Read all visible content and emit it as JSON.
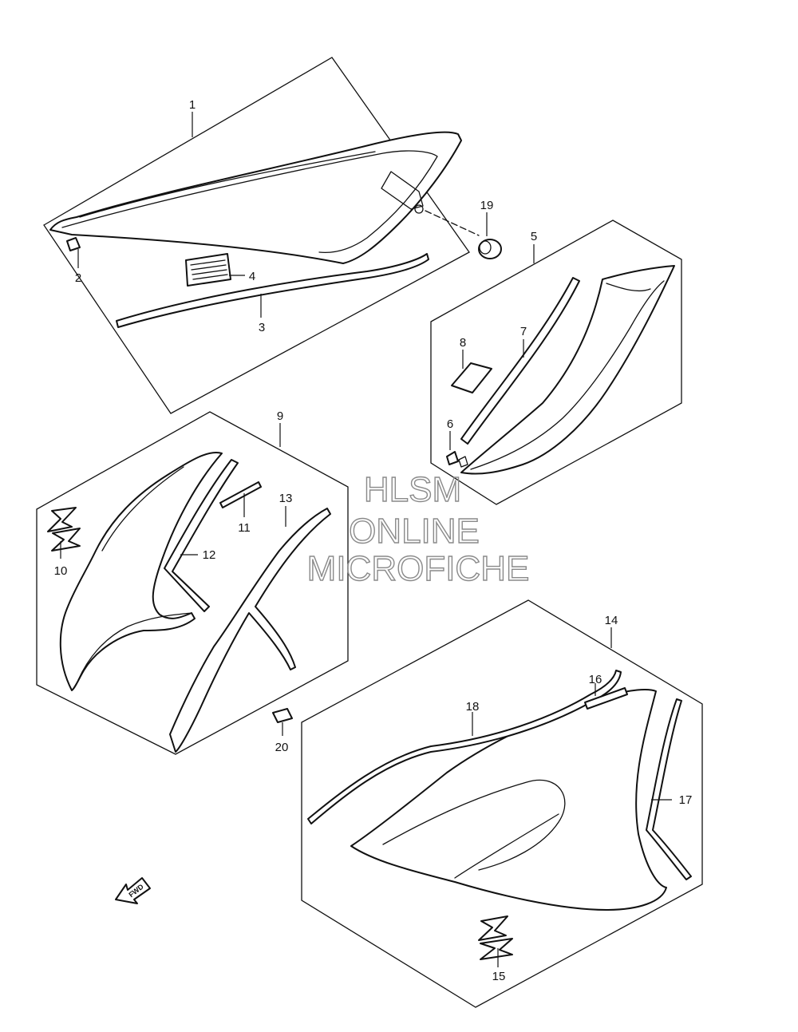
{
  "watermark": {
    "line1": "HLSM",
    "line2": "ONLINE",
    "line3": "MICROFICHE"
  },
  "direction_arrow": {
    "label": "FWD"
  },
  "callouts": [
    {
      "number": "1"
    },
    {
      "number": "2"
    },
    {
      "number": "3"
    },
    {
      "number": "4"
    },
    {
      "number": "5"
    },
    {
      "number": "6"
    },
    {
      "number": "7"
    },
    {
      "number": "8"
    },
    {
      "number": "9"
    },
    {
      "number": "10"
    },
    {
      "number": "11"
    },
    {
      "number": "12"
    },
    {
      "number": "13"
    },
    {
      "number": "14"
    },
    {
      "number": "15"
    },
    {
      "number": "16"
    },
    {
      "number": "17"
    },
    {
      "number": "18"
    },
    {
      "number": "19"
    },
    {
      "number": "20"
    }
  ]
}
